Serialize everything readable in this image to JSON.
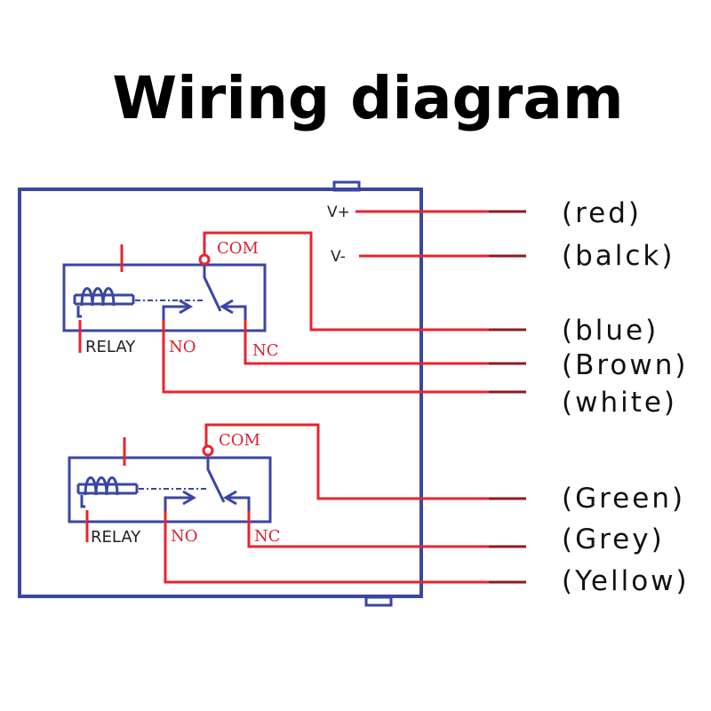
{
  "title": "Wiring diagram",
  "terminals": {
    "v_plus": "V+",
    "v_minus": "V-"
  },
  "relays": [
    {
      "relay_label": "RELAY",
      "com_label": "COM",
      "no_label": "NO",
      "nc_label": "NC"
    },
    {
      "relay_label": "RELAY",
      "com_label": "COM",
      "no_label": "NO",
      "nc_label": "NC"
    }
  ],
  "wires": [
    {
      "label": "(red)"
    },
    {
      "label": "(balck)"
    },
    {
      "label": "(blue)"
    },
    {
      "label": "(Brown)"
    },
    {
      "label": "(white)"
    },
    {
      "label": "(Green)"
    },
    {
      "label": "(Grey)"
    },
    {
      "label": "(Yellow)"
    }
  ],
  "colors": {
    "enclosure": "#3a46a3",
    "wire": "#e8232f",
    "wire_tail": "#8e1b22"
  }
}
